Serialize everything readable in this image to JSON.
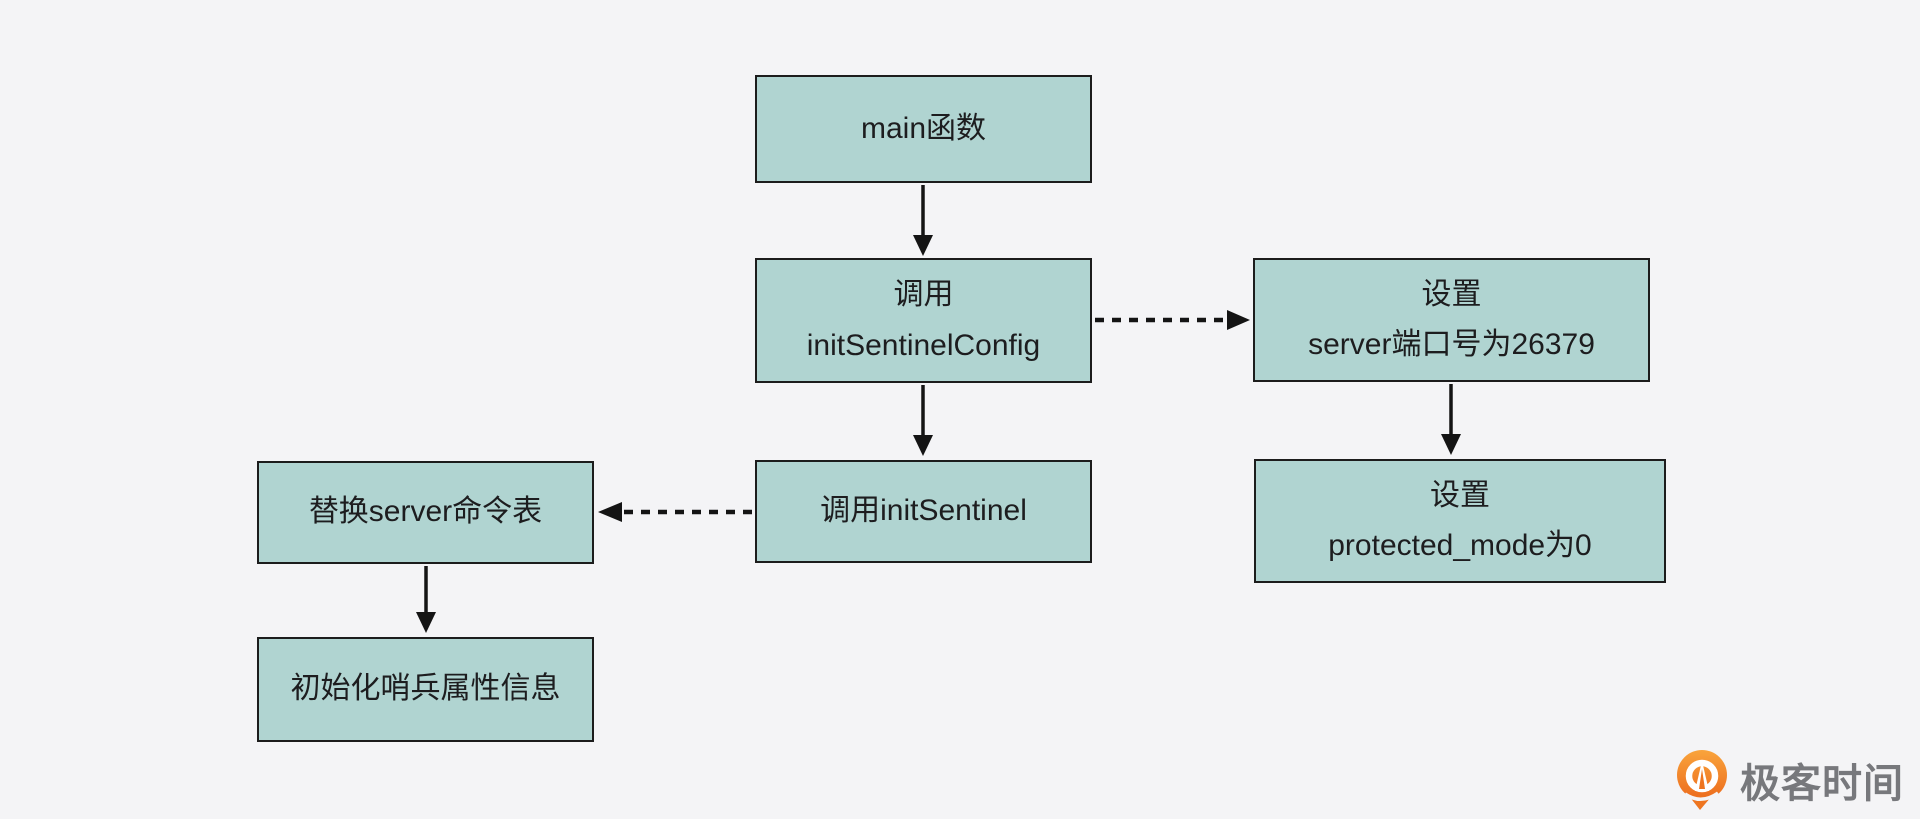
{
  "diagram": {
    "title_hint": "Redis sentinel initialization flowchart",
    "nodes": {
      "main": {
        "label": "main函数"
      },
      "init_sentinel_config": {
        "line1": "调用",
        "line2": "initSentinelConfig"
      },
      "set_server_port": {
        "line1": "设置",
        "line2": "server端口号为26379"
      },
      "set_protected_mode": {
        "line1": "设置",
        "line2": "protected_mode为0"
      },
      "init_sentinel": {
        "label": "调用initSentinel"
      },
      "replace_server_command_table": {
        "label": "替换server命令表"
      },
      "init_sentinel_properties": {
        "label": "初始化哨兵属性信息"
      }
    },
    "edges": [
      {
        "from": "main",
        "to": "init_sentinel_config",
        "style": "solid",
        "direction": "down"
      },
      {
        "from": "init_sentinel_config",
        "to": "set_server_port",
        "style": "dashed",
        "direction": "right"
      },
      {
        "from": "set_server_port",
        "to": "set_protected_mode",
        "style": "solid",
        "direction": "down"
      },
      {
        "from": "init_sentinel_config",
        "to": "init_sentinel",
        "style": "solid",
        "direction": "down"
      },
      {
        "from": "init_sentinel",
        "to": "replace_server_command_table",
        "style": "dashed",
        "direction": "left"
      },
      {
        "from": "replace_server_command_table",
        "to": "init_sentinel_properties",
        "style": "solid",
        "direction": "down"
      }
    ],
    "colors": {
      "node_fill": "#b0d4d1",
      "node_border": "#1c1c1c",
      "background": "#f4f4f6",
      "arrow": "#141414"
    }
  },
  "footer": {
    "brand": "极客时间",
    "brand_text_color": "#77787c",
    "logo_orange": "#ee7520"
  }
}
